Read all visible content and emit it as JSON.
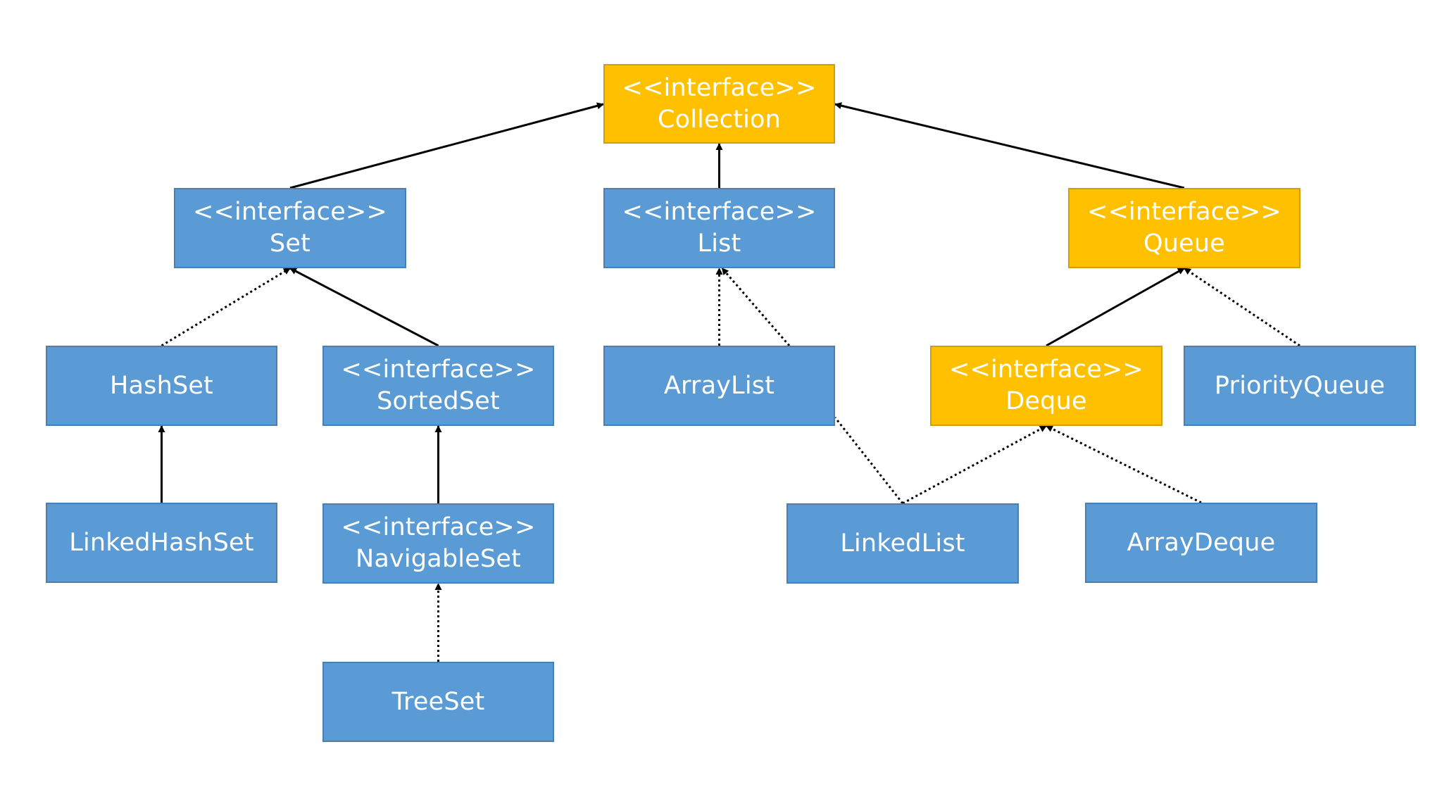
{
  "stereotype": "<<interface>>",
  "colors": {
    "class_fill": "#5b9bd5",
    "highlight_fill": "#ffc000",
    "text": "#ffffff",
    "edge": "#000000"
  },
  "nodes": {
    "collection": {
      "stereo": "<<interface>>",
      "name": "Collection"
    },
    "set": {
      "stereo": "<<interface>>",
      "name": "Set"
    },
    "list": {
      "stereo": "<<interface>>",
      "name": "List"
    },
    "queue": {
      "stereo": "<<interface>>",
      "name": "Queue"
    },
    "hashset": {
      "name": "HashSet"
    },
    "sortedset": {
      "stereo": "<<interface>>",
      "name": "SortedSet"
    },
    "arraylist": {
      "name": "ArrayList"
    },
    "deque": {
      "stereo": "<<interface>>",
      "name": "Deque"
    },
    "priorityqueue": {
      "name": "PriorityQueue"
    },
    "linkedhashset": {
      "name": "LinkedHashSet"
    },
    "navigableset": {
      "stereo": "<<interface>>",
      "name": "NavigableSet"
    },
    "linkedlist": {
      "name": "LinkedList"
    },
    "arraydeque": {
      "name": "ArrayDeque"
    },
    "treeset": {
      "name": "TreeSet"
    }
  },
  "edges": [
    {
      "from": "set",
      "to": "collection",
      "style": "solid"
    },
    {
      "from": "list",
      "to": "collection",
      "style": "solid"
    },
    {
      "from": "queue",
      "to": "collection",
      "style": "solid"
    },
    {
      "from": "hashset",
      "to": "set",
      "style": "dotted"
    },
    {
      "from": "sortedset",
      "to": "set",
      "style": "solid"
    },
    {
      "from": "arraylist",
      "to": "list",
      "style": "dotted"
    },
    {
      "from": "linkedlist",
      "to": "list",
      "style": "dotted"
    },
    {
      "from": "deque",
      "to": "queue",
      "style": "solid"
    },
    {
      "from": "priorityqueue",
      "to": "queue",
      "style": "dotted"
    },
    {
      "from": "linkedhashset",
      "to": "hashset",
      "style": "solid"
    },
    {
      "from": "navigableset",
      "to": "sortedset",
      "style": "solid"
    },
    {
      "from": "treeset",
      "to": "navigableset",
      "style": "dotted"
    },
    {
      "from": "linkedlist",
      "to": "deque",
      "style": "dotted"
    },
    {
      "from": "arraydeque",
      "to": "deque",
      "style": "dotted"
    }
  ]
}
